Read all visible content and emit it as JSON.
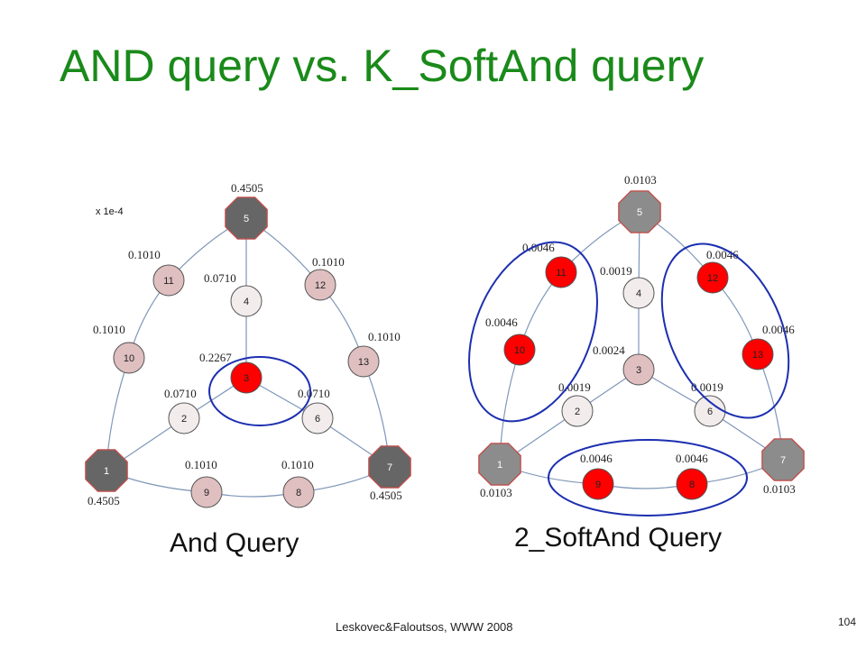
{
  "title": "AND query vs. K_SoftAnd query",
  "scale_note": "x 1e-4",
  "footer": "Leskovec&Faloutsos, WWW 2008",
  "page_number": "104",
  "colors": {
    "title": "#1a8a1a",
    "highlight_ellipse": "#1c2fb0",
    "edge": "#7f97b8",
    "node_red": "#ff0000",
    "node_pink": "#dfbfc0",
    "node_light": "#f2ecec",
    "node_dark": "#666666",
    "node_gray": "#8c8c8c",
    "node_border_octagon": "#c0504d"
  },
  "edges": [
    [
      "5",
      "11"
    ],
    [
      "5",
      "4"
    ],
    [
      "5",
      "12"
    ],
    [
      "11",
      "10"
    ],
    [
      "12",
      "13"
    ],
    [
      "10",
      "1"
    ],
    [
      "13",
      "7"
    ],
    [
      "4",
      "3"
    ],
    [
      "3",
      "2"
    ],
    [
      "3",
      "6"
    ],
    [
      "2",
      "1"
    ],
    [
      "6",
      "7"
    ],
    [
      "1",
      "9"
    ],
    [
      "9",
      "8"
    ],
    [
      "8",
      "7"
    ]
  ],
  "graphs": [
    {
      "id": "and",
      "label": "And Query",
      "nodes": [
        {
          "id": "5",
          "shape": "octagon",
          "fill": "dark",
          "score": "0.4505"
        },
        {
          "id": "11",
          "shape": "circle",
          "fill": "pink",
          "score": "0.1010"
        },
        {
          "id": "4",
          "shape": "circle",
          "fill": "light",
          "score": "0.0710"
        },
        {
          "id": "12",
          "shape": "circle",
          "fill": "pink",
          "score": "0.1010"
        },
        {
          "id": "10",
          "shape": "circle",
          "fill": "pink",
          "score": "0.1010"
        },
        {
          "id": "3",
          "shape": "circle",
          "fill": "red",
          "score": "0.2267"
        },
        {
          "id": "13",
          "shape": "circle",
          "fill": "pink",
          "score": "0.1010"
        },
        {
          "id": "2",
          "shape": "circle",
          "fill": "light",
          "score": "0.0710"
        },
        {
          "id": "6",
          "shape": "circle",
          "fill": "light",
          "score": "0.0710"
        },
        {
          "id": "1",
          "shape": "octagon",
          "fill": "dark",
          "score": "0.4505"
        },
        {
          "id": "9",
          "shape": "circle",
          "fill": "pink",
          "score": "0.1010"
        },
        {
          "id": "8",
          "shape": "circle",
          "fill": "pink",
          "score": "0.1010"
        },
        {
          "id": "7",
          "shape": "octagon",
          "fill": "dark",
          "score": "0.4505"
        }
      ]
    },
    {
      "id": "softand",
      "label": "2_SoftAnd Query",
      "nodes": [
        {
          "id": "5",
          "shape": "octagon",
          "fill": "gray",
          "score": "0.0103"
        },
        {
          "id": "11",
          "shape": "circle",
          "fill": "red",
          "score": "0.0046"
        },
        {
          "id": "4",
          "shape": "circle",
          "fill": "light",
          "score": "0.0019"
        },
        {
          "id": "12",
          "shape": "circle",
          "fill": "red",
          "score": "0.0046"
        },
        {
          "id": "10",
          "shape": "circle",
          "fill": "red",
          "score": "0.0046"
        },
        {
          "id": "3",
          "shape": "circle",
          "fill": "pink",
          "score": "0.0024"
        },
        {
          "id": "13",
          "shape": "circle",
          "fill": "red",
          "score": "0.0046"
        },
        {
          "id": "2",
          "shape": "circle",
          "fill": "light",
          "score": "0.0019"
        },
        {
          "id": "6",
          "shape": "circle",
          "fill": "light",
          "score": "0.0019"
        },
        {
          "id": "1",
          "shape": "octagon",
          "fill": "gray",
          "score": "0.0103"
        },
        {
          "id": "9",
          "shape": "circle",
          "fill": "red",
          "score": "0.0046"
        },
        {
          "id": "8",
          "shape": "circle",
          "fill": "red",
          "score": "0.0046"
        },
        {
          "id": "7",
          "shape": "octagon",
          "fill": "gray",
          "score": "0.0103"
        }
      ]
    }
  ]
}
